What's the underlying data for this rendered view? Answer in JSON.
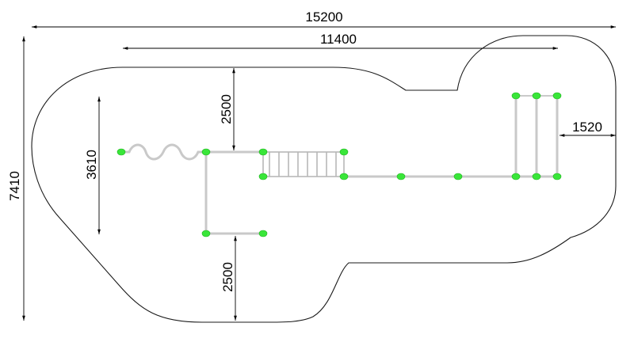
{
  "dimensions": {
    "overall_width": "15200",
    "inner_width": "11400",
    "top_offset": "2500",
    "left_height": "3610",
    "bottom_offset": "2500",
    "right_offset": "1520",
    "overall_height": "7410"
  },
  "colors": {
    "post": "#39e639",
    "frame": "#c9c9c9",
    "outline": "#1a1a1a"
  }
}
